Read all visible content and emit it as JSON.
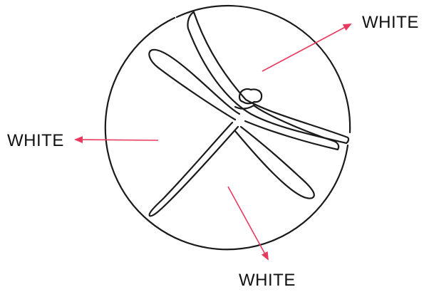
{
  "labels": {
    "top_right": "WHITE",
    "left": "WHITE",
    "bottom": "WHITE"
  },
  "colors": {
    "outline": "#1a1a1a",
    "arrow": "#e83a5e",
    "background": "#ffffff"
  },
  "figure": {
    "shape": "circle",
    "cutout": "dragonfly silhouette"
  }
}
